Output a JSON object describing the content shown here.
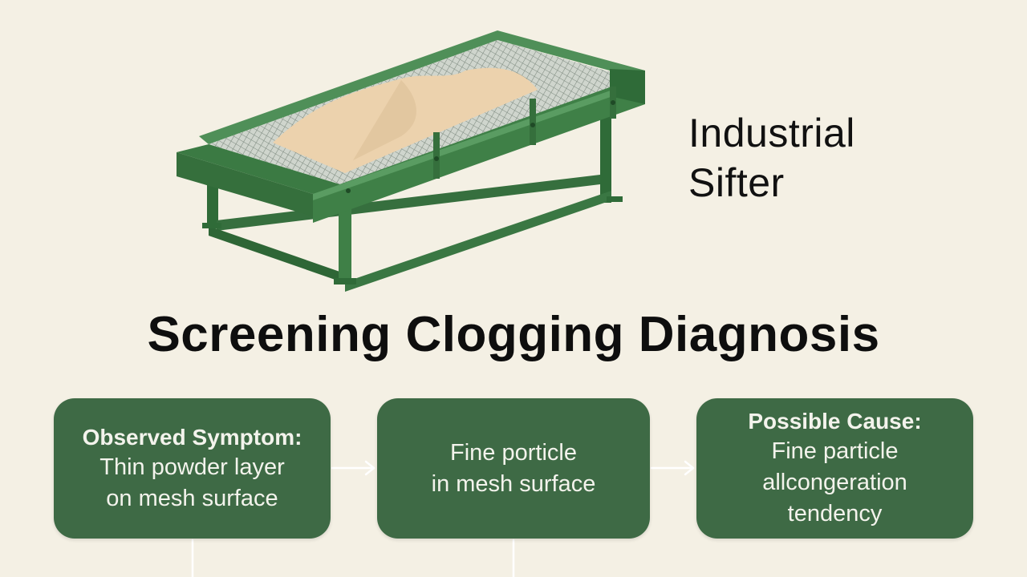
{
  "machine": {
    "label_line1": "Industrial",
    "label_line2": "Sifter"
  },
  "diagram": {
    "title": "Screening Clogging Diagnosis",
    "steps": [
      {
        "heading": "Observed Symptom:",
        "lines": [
          "Thin powder layer",
          "on mesh surface"
        ]
      },
      {
        "heading": "",
        "lines": [
          "Fine porticle",
          "in mesh surface"
        ]
      },
      {
        "heading": "Possible Cause:",
        "lines": [
          "Fine particle",
          "allcongeration",
          "tendency"
        ]
      }
    ]
  },
  "colors": {
    "background": "#f4f0e4",
    "box_fill": "#3e6a45",
    "box_text": "#f3f3ec",
    "machine_green": "#3f8047",
    "sand": "#ecd2ad",
    "connector": "#ffffff"
  }
}
